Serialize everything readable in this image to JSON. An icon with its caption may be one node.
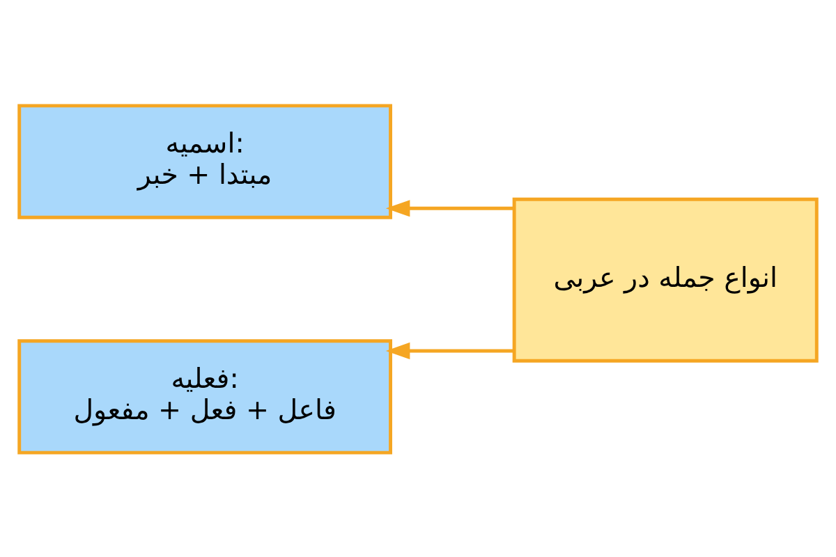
{
  "diagram": {
    "nodes": [
      {
        "text": [
          "اسمیه:",
          "مبتدا + خبر"
        ]
      },
      {
        "text": [
          "انواع جمله در عربی"
        ]
      },
      {
        "text": [
          "فعلیه:",
          "فاعل + فعل + مفعول"
        ]
      }
    ],
    "edges": [
      {
        "from": 1,
        "to": 0,
        "arrow": "to"
      },
      {
        "from": 1,
        "to": 2,
        "arrow": "to"
      }
    ]
  }
}
